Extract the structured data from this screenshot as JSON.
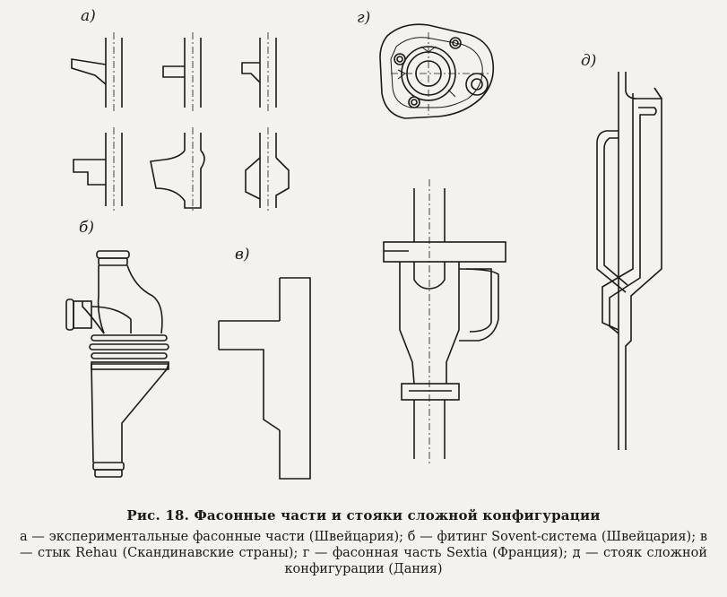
{
  "figure": {
    "labels": {
      "a": "а)",
      "b": "б)",
      "v": "в)",
      "g": "г)",
      "d": "д)"
    }
  },
  "caption": {
    "title": "Рис. 18. Фасонные части и стояки сложной конфигурации",
    "body": "а — экспериментальные фасонные части (Швейцария); б — фитинг Sovent-система (Швейцария); в — стык Rehau (Скандинавские страны); г — фасонная часть Sextia (Франция); д — стояк сложной конфигурации (Дания)"
  }
}
